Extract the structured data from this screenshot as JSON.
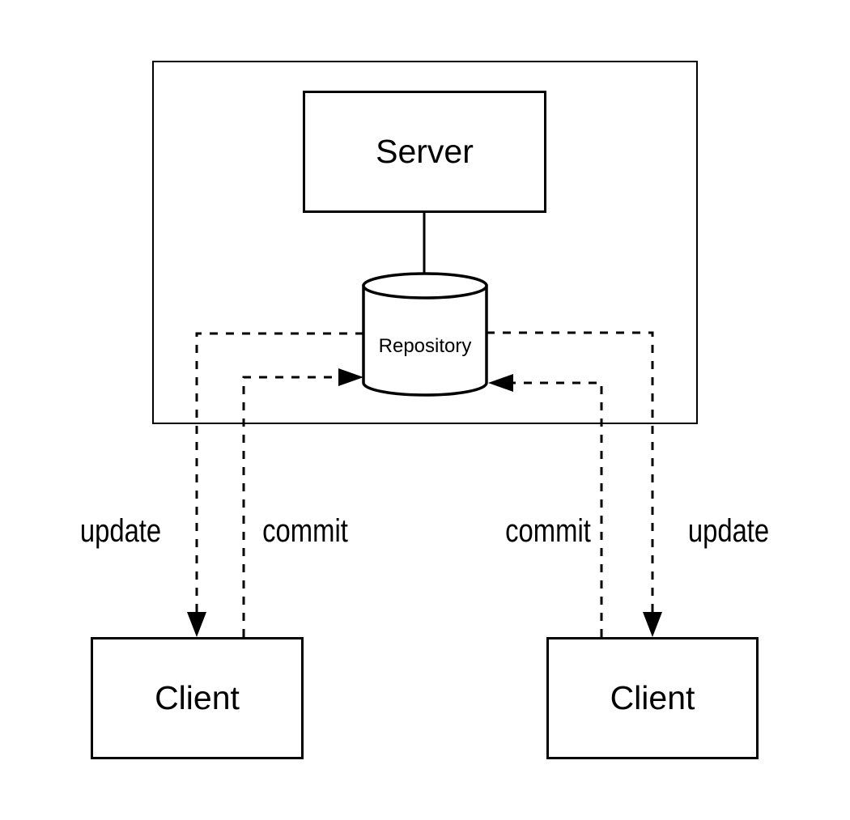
{
  "canvas": {
    "background": "#ffffff",
    "stroke_color": "#000000"
  },
  "nodes": {
    "server": {
      "label": "Server"
    },
    "repository": {
      "label": "Repository"
    },
    "client_left": {
      "label": "Client"
    },
    "client_right": {
      "label": "Client"
    }
  },
  "edges": {
    "update_left": {
      "label": "update",
      "from": "Repository",
      "to": "Client"
    },
    "commit_left": {
      "label": "commit",
      "from": "Client",
      "to": "Repository"
    },
    "commit_right": {
      "label": "commit",
      "from": "Client",
      "to": "Repository"
    },
    "update_right": {
      "label": "update",
      "from": "Repository",
      "to": "Client"
    }
  }
}
